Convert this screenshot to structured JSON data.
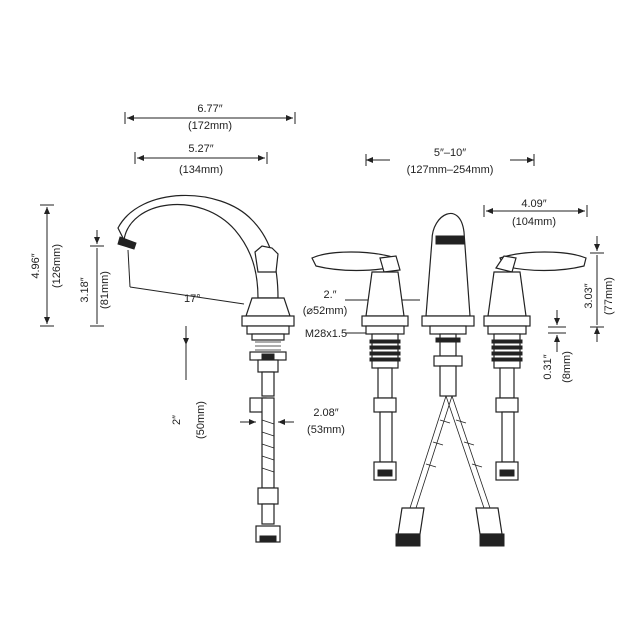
{
  "dimensions": {
    "overall_width": {
      "inch": "6.77″",
      "mm": "(172mm)"
    },
    "spout_reach": {
      "inch": "5.27″",
      "mm": "(134mm)"
    },
    "center_spread": {
      "inch": "5″–10″",
      "mm": "(127mm–254mm)"
    },
    "handle_width": {
      "inch": "4.09″",
      "mm": "(104mm)"
    },
    "total_height": {
      "inch": "4.96″",
      "mm": "(126mm)"
    },
    "spout_height": {
      "inch": "3.18″",
      "mm": "(81mm)"
    },
    "spout_angle": "17°",
    "hole_diameter": {
      "inch": "2.″",
      "mm": "(⌀52mm)"
    },
    "thread_size": "M28x1.5",
    "shank_length": {
      "inch": "2″",
      "mm": "(50mm)"
    },
    "supply_width": {
      "inch": "2.08″",
      "mm": "(53mm)"
    },
    "handle_height": {
      "inch": "3.03″",
      "mm": "(77mm)"
    },
    "deck_thickness": {
      "inch": "0.31″",
      "mm": "(8mm)"
    }
  }
}
